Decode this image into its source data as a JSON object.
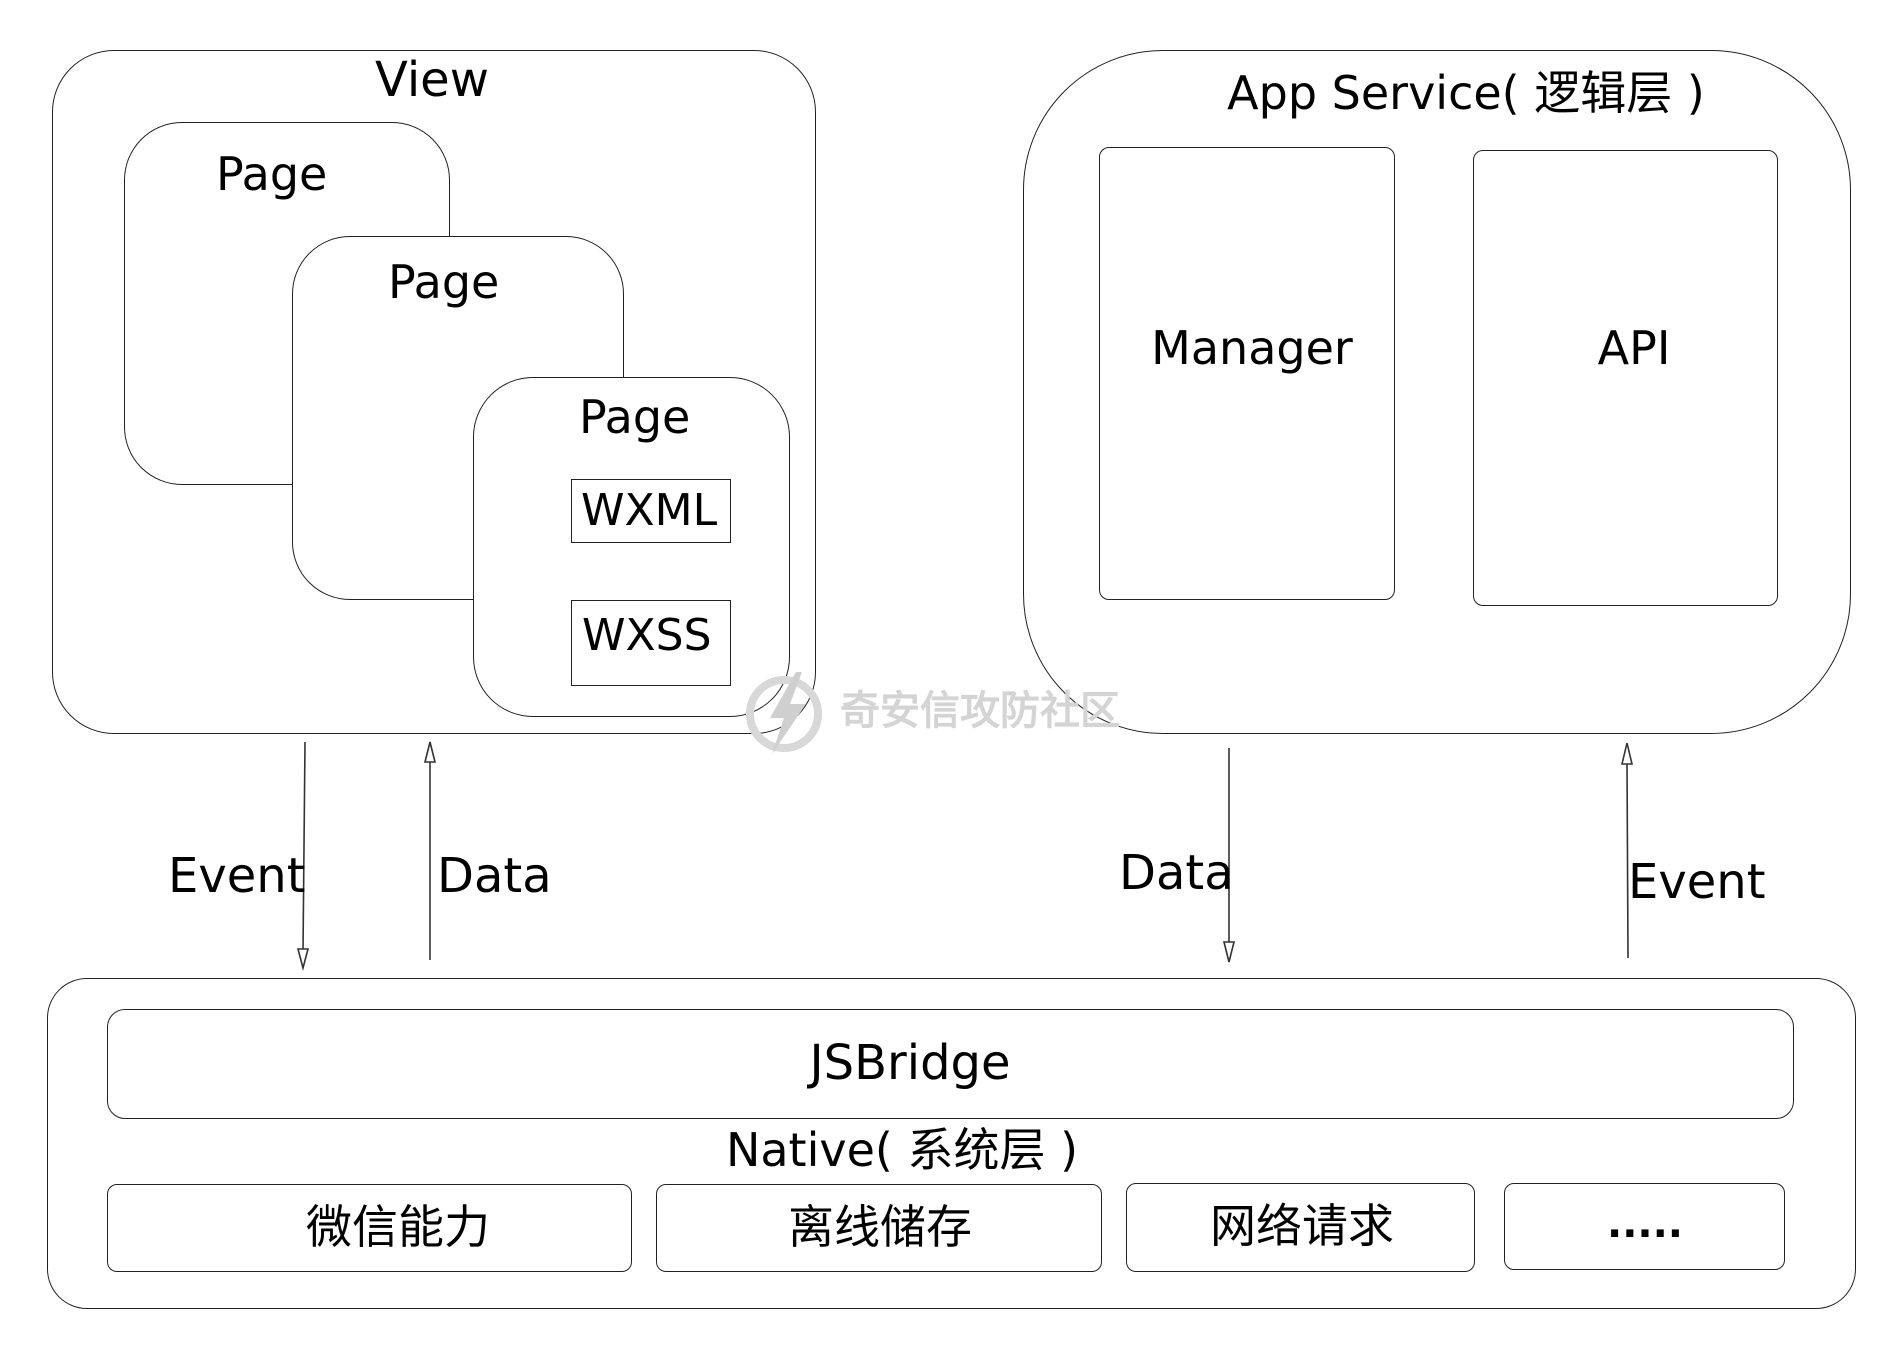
{
  "view": {
    "title": "View",
    "page_label": "Page",
    "wxml_label": "WXML",
    "wxss_label": "WXSS"
  },
  "app_service": {
    "title": "App Service( 逻辑层 )",
    "manager_label": "Manager",
    "api_label": "API"
  },
  "arrows": {
    "view_event": "Event",
    "view_data": "Data",
    "service_data": "Data",
    "service_event": "Event"
  },
  "native": {
    "jsbridge_label": "JSBridge",
    "title": "Native( 系统层 )",
    "modules": [
      "微信能力",
      "离线储存",
      "网络请求",
      "....."
    ]
  },
  "watermark": "奇安信攻防社区"
}
